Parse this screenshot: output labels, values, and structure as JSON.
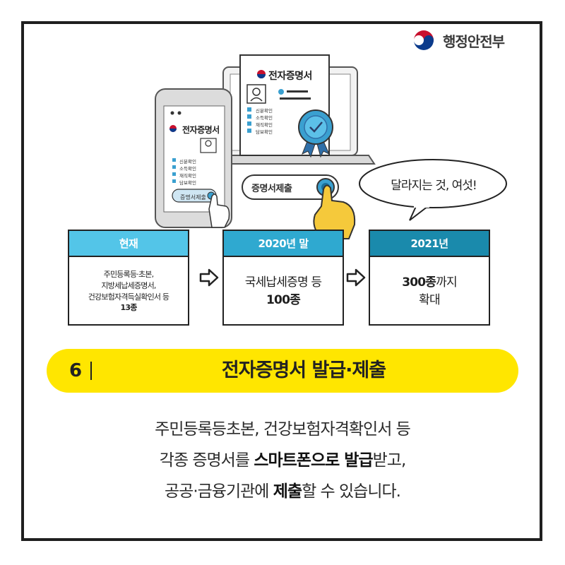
{
  "brand": {
    "name": "행정안전부"
  },
  "illustration": {
    "laptop_cert_title": "전자증명서",
    "phone_cert_title": "전자증명서",
    "checklist": [
      "신분확인",
      "소득확인",
      "재직확인",
      "담보확인"
    ],
    "submit_button": "증명서제출",
    "phone_submit_button": "증명서제출",
    "speech_bubble": "달라지는 것, 여섯!"
  },
  "stages": [
    {
      "header": "현재",
      "lines": [
        "주민등록등·초본,",
        "지방세납세증명서,",
        "건강보험자격득실확인서 등"
      ],
      "emphasis": "13종"
    },
    {
      "header": "2020년 말",
      "lines": [
        "국세납세증명 등"
      ],
      "emphasis": "100종"
    },
    {
      "header": "2021년",
      "emphasis": "300종",
      "emphasis_suffix": "까지",
      "lines": [
        "확대"
      ]
    }
  ],
  "banner": {
    "number": "6",
    "title": "전자증명서 발급·제출"
  },
  "description": {
    "line1": "주민등록등초본, 건강보험자격확인서 등",
    "line2_a": "각종 증명서를 ",
    "line2_b": "스마트폰으로 발급",
    "line2_c": "받고,",
    "line3_a": "공공·금융기관에 ",
    "line3_b": "제출",
    "line3_c": "할 수 있습니다."
  },
  "colors": {
    "banner": "#ffe600",
    "stage1_header": "#53c5e8",
    "stage2_header": "#2fa9d0",
    "stage3_header": "#1a8aac"
  }
}
